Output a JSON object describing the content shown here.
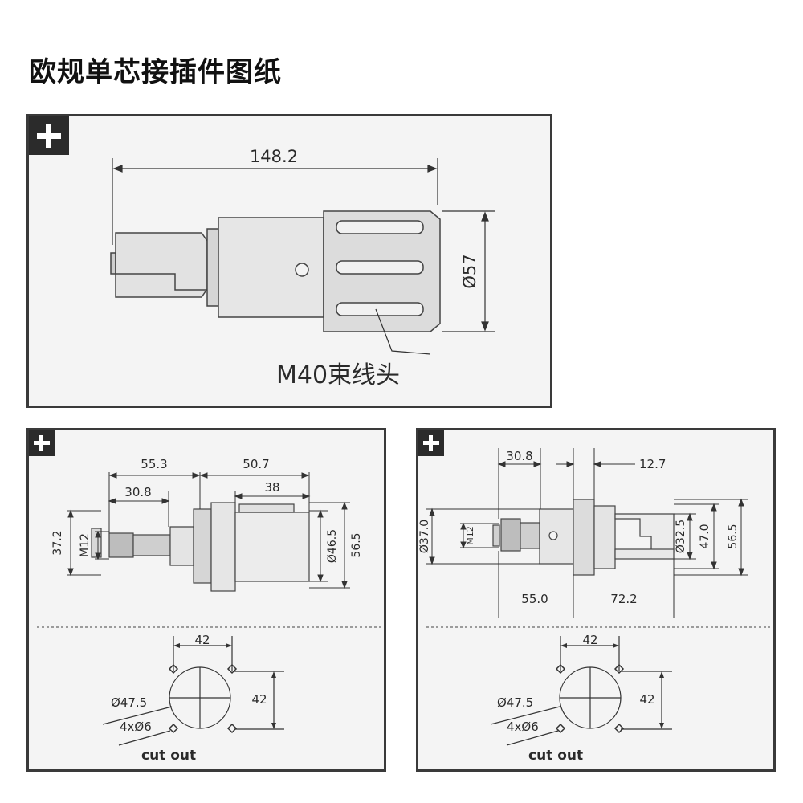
{
  "title": "欧规单芯接插件图纸",
  "top_panel": {
    "length": "148.2",
    "diameter": "Ø57",
    "callout": "M40束线头"
  },
  "left_panel": {
    "dim_553": "55.3",
    "dim_507": "50.7",
    "dim_308": "30.8",
    "dim_38": "38",
    "dim_372": "37.2",
    "dim_m12": "M12",
    "dim_465": "Ø46.5",
    "dim_565": "56.5",
    "cutout": {
      "width": "42",
      "height": "42",
      "hole_dia": "Ø47.5",
      "bolts": "4xØ6",
      "label": "cut out"
    }
  },
  "right_panel": {
    "dim_308": "30.8",
    "dim_127": "12.7",
    "dim_370": "Ø37.0",
    "dim_m12": "M12",
    "dim_325": "Ø32.5",
    "dim_470": "47.0",
    "dim_565": "56.5",
    "dim_550": "55.0",
    "dim_722": "72.2",
    "cutout": {
      "width": "42",
      "height": "42",
      "hole_dia": "Ø47.5",
      "bolts": "4xØ6",
      "label": "cut out"
    }
  }
}
